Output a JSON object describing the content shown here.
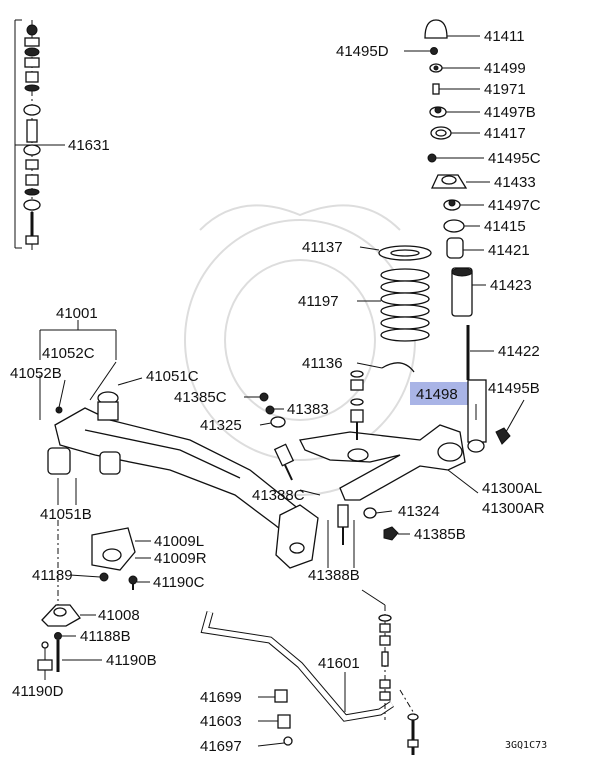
{
  "labels": {
    "p41631": "41631",
    "p41411": "41411",
    "p41495D": "41495D",
    "p41499": "41499",
    "p41971": "41971",
    "p41497B": "41497B",
    "p41417": "41417",
    "p41495C": "41495C",
    "p41433": "41433",
    "p41497C": "41497C",
    "p41415": "41415",
    "p41421": "41421",
    "p41423": "41423",
    "p41422": "41422",
    "p41137": "41137",
    "p41197": "41197",
    "p41136": "41136",
    "p41498": "41498",
    "p41495B": "41495B",
    "p41001": "41001",
    "p41052C": "41052C",
    "p41052B": "41052B",
    "p41051C": "41051C",
    "p41385C": "41385C",
    "p41383": "41383",
    "p41325": "41325",
    "p41388C": "41388C",
    "p41300AL": "41300AL",
    "p41300AR": "41300AR",
    "p41324": "41324",
    "p41385B": "41385B",
    "p41051B": "41051B",
    "p41009L": "41009L",
    "p41009R": "41009R",
    "p41189": "41189",
    "p41190C": "41190C",
    "p41388B": "41388B",
    "p41008": "41008",
    "p41188B": "41188B",
    "p41190B": "41190B",
    "p41190D": "41190D",
    "p41601": "41601",
    "p41699": "41699",
    "p41603": "41603",
    "p41697": "41697"
  },
  "figure_code": "3GQ1C73",
  "highlight": {
    "part": "41498",
    "color": "#a9b4e6"
  }
}
